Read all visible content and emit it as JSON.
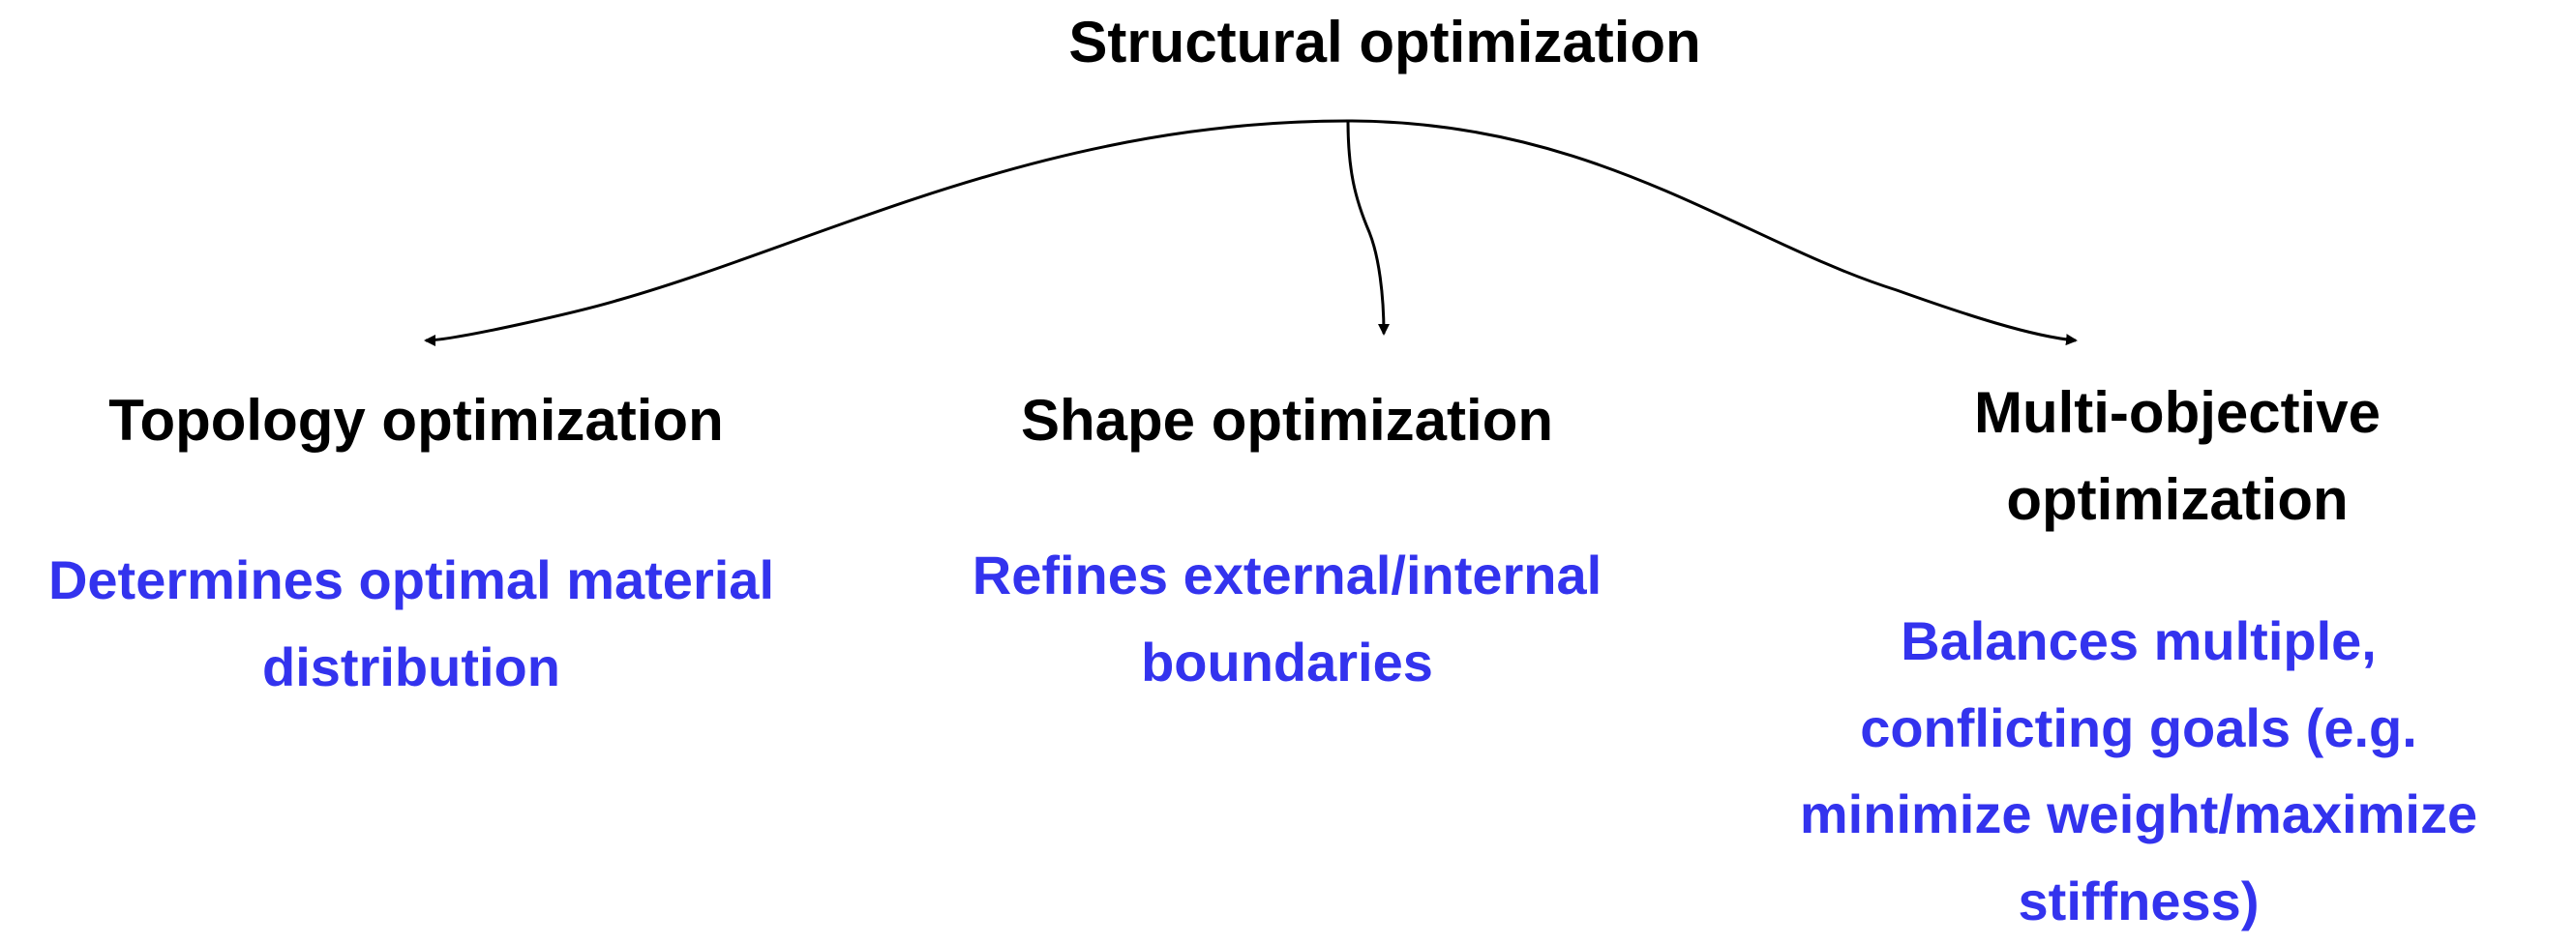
{
  "root": {
    "label": "Structural optimization"
  },
  "branches": [
    {
      "title": "Topology optimization",
      "description": "Determines optimal material distribution"
    },
    {
      "title": "Shape optimization",
      "description": "Refines external/internal boundaries"
    },
    {
      "title": "Multi-objective optimization",
      "description": "Balances multiple, conflicting goals (e.g. minimize weight/maximize stiffness)"
    }
  ],
  "colors": {
    "title_text": "#000000",
    "description_text": "#3333ee",
    "connector": "#000000",
    "background": "#ffffff"
  }
}
